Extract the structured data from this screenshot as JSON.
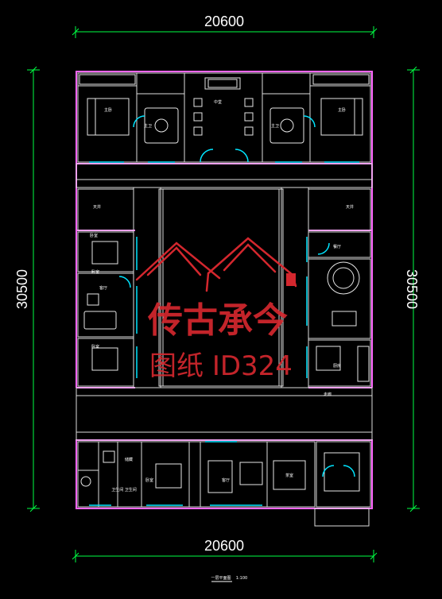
{
  "dimensions": {
    "top_width": "20600",
    "bottom_width": "20600",
    "left_height": "30500",
    "right_height": "30500"
  },
  "rooms": {
    "master_bed_left": "主卧",
    "bath_left": "主卫",
    "hall_top": "中堂",
    "bath_right": "主卫",
    "master_bed_right": "主卧",
    "wing_left": "天井",
    "wing_right": "天井",
    "bedroom_left_1": "卧室",
    "bedroom_left_2": "卧室",
    "living_left": "客厅",
    "bedroom_left_3": "卧室",
    "dining_right": "餐厅",
    "kitchen_right": "厨房",
    "corridor_right": "走廊",
    "bottom_storage": "储藏",
    "bottom_wc": "卫生间 卫生间",
    "bottom_bedroom": "卧室",
    "bottom_lounge": "客厅",
    "bottom_tea": "茶室"
  },
  "watermark": {
    "brand": "传古承今",
    "id_text": "图纸 ID324"
  },
  "caption": {
    "title": "一层平面图",
    "scale": "1:100"
  },
  "colors": {
    "wall_outline": "#ff66ff",
    "dimension_line": "#00ff44",
    "furniture": "#e6e6e6",
    "door": "#00e5ff",
    "watermark": "#d4272e"
  }
}
